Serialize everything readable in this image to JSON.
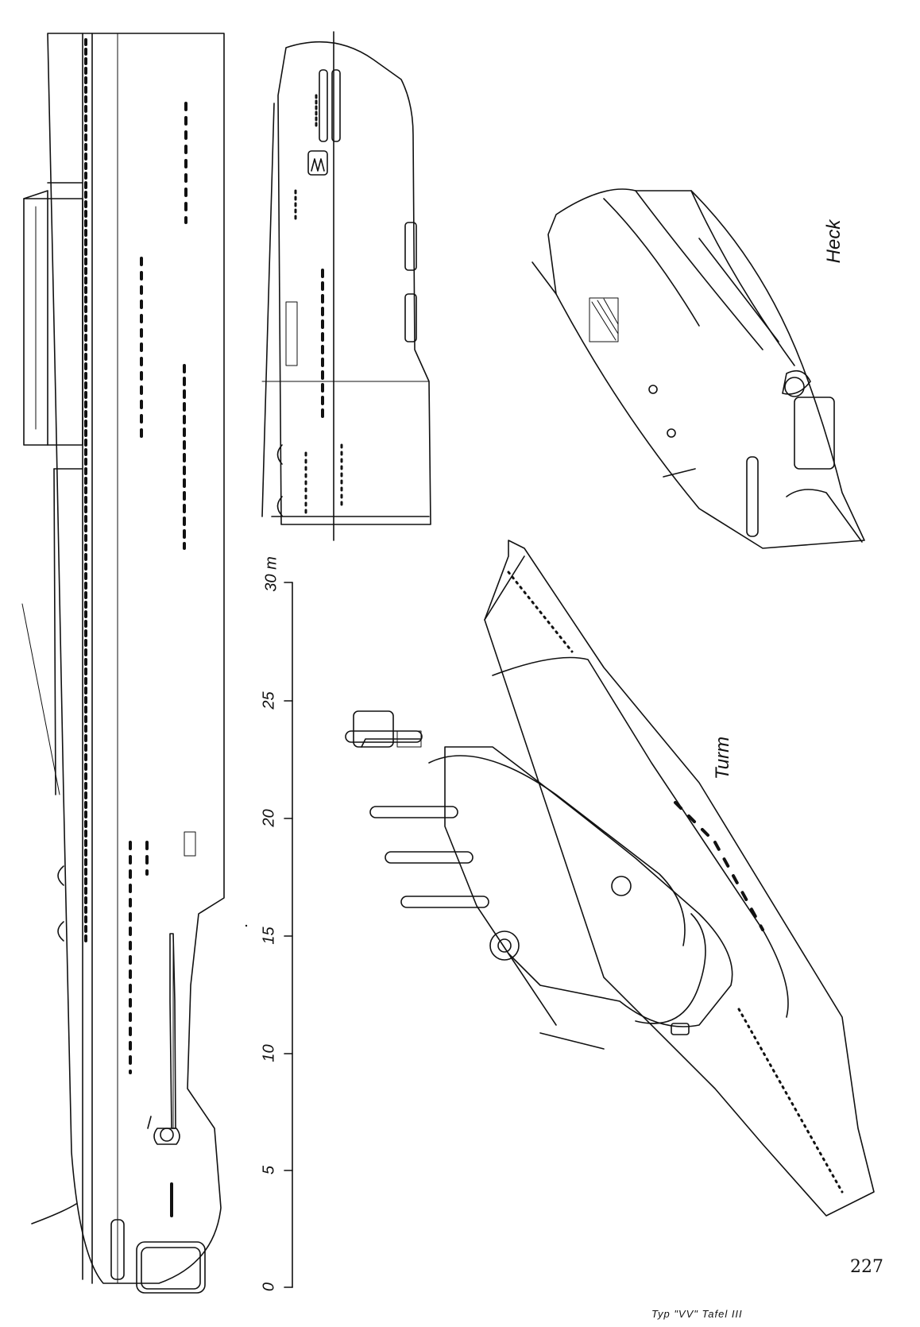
{
  "labels": {
    "heck": "Heck",
    "turm": "Turm",
    "scale_unit_max": "30 m",
    "page_number": "227",
    "caption": "Typ \"VV\"  Tafel III"
  },
  "scale": {
    "ticks": [
      "0",
      "5",
      "10",
      "15",
      "20",
      "25"
    ],
    "max_m": 30
  },
  "colors": {
    "ink": "#111111",
    "paper": "#ffffff"
  }
}
